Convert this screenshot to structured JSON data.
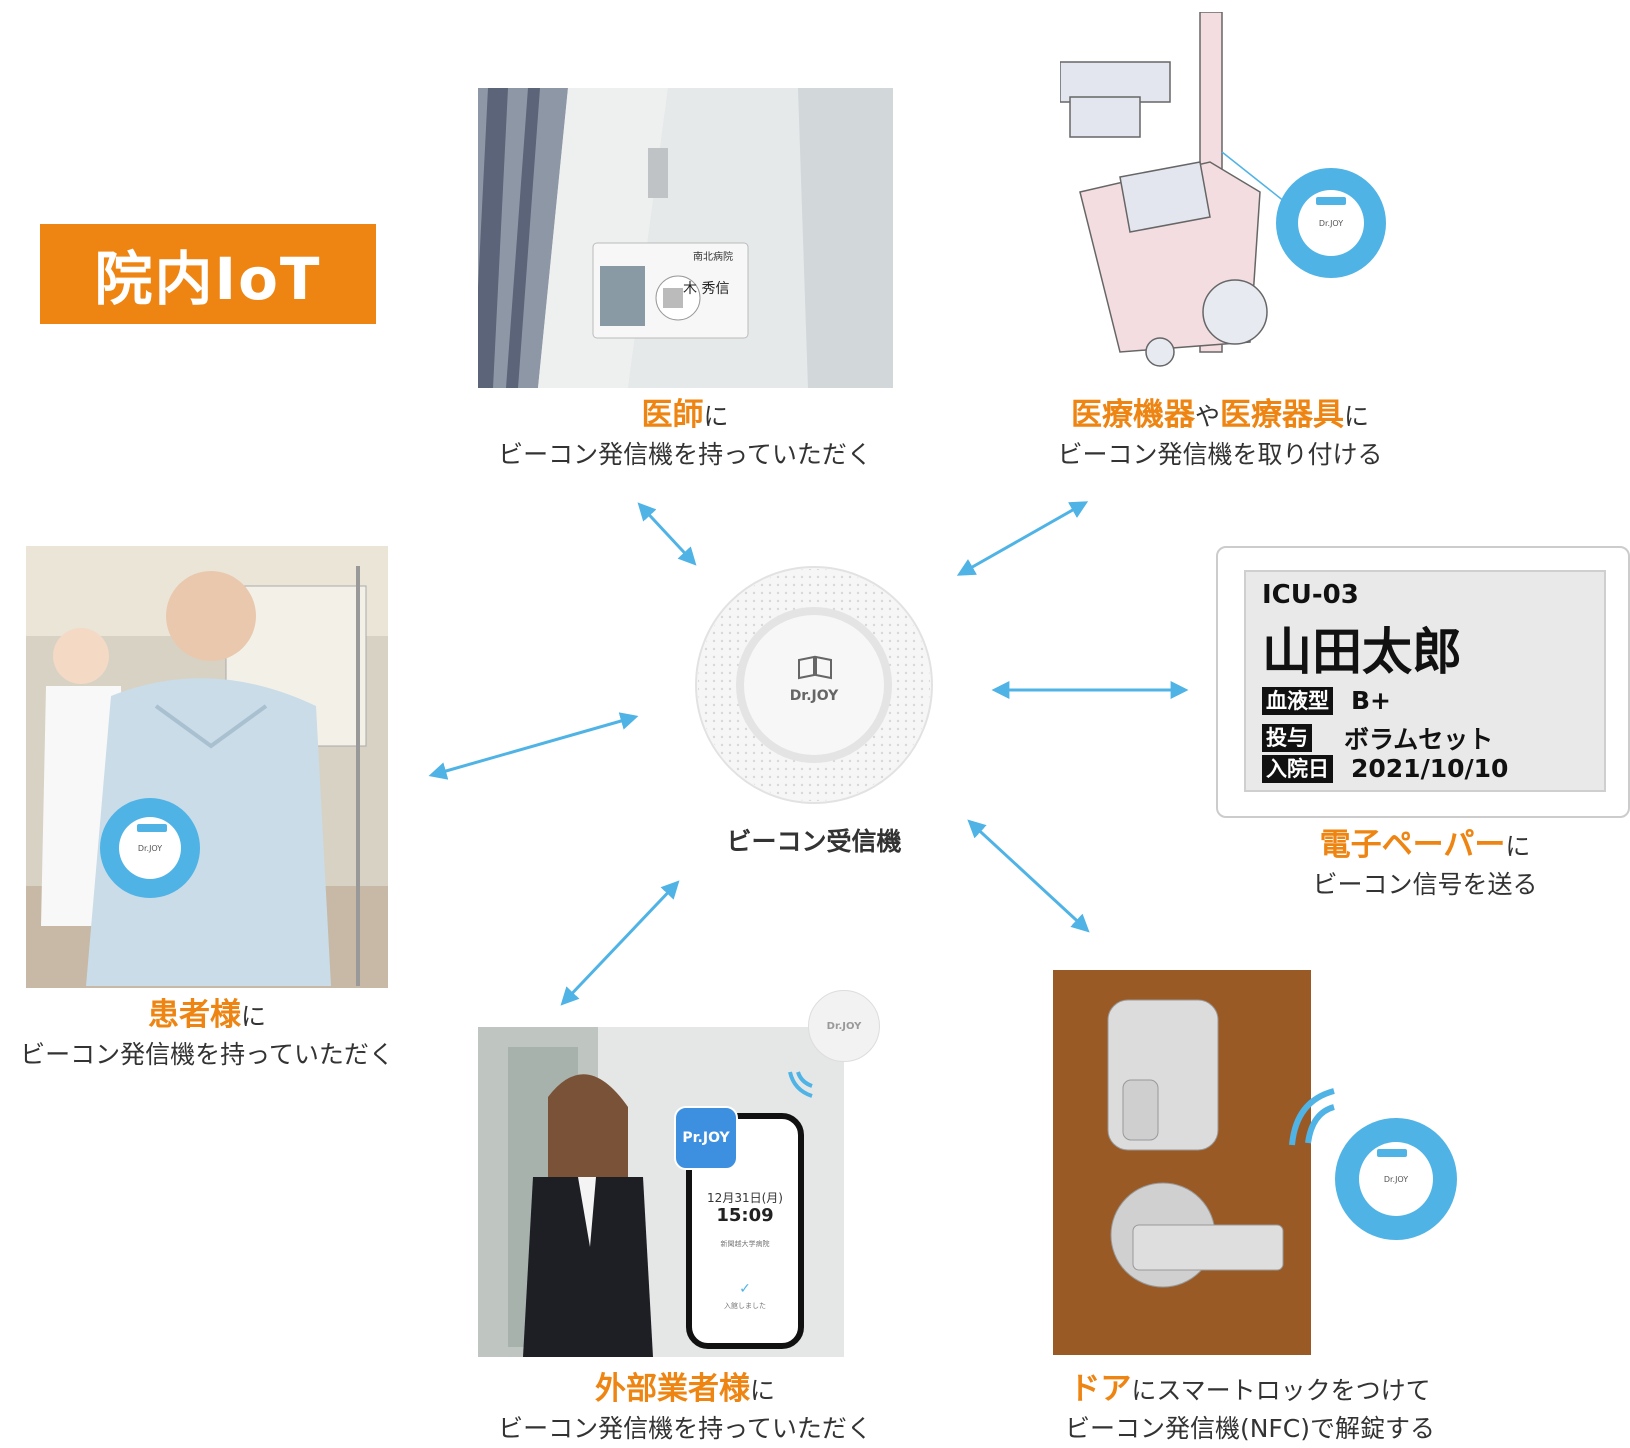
{
  "title": "院内IoT",
  "colors": {
    "accent": "#ee8512",
    "arrow": "#4fb3e6",
    "tag": "#4fb3e6"
  },
  "receiver": {
    "label": "ビーコン受信機",
    "brand": "Dr.JOY"
  },
  "doctor": {
    "highlight": "医師",
    "suffix": "に",
    "line2": "ビーコン発信機を持っていただく",
    "badge_hospital": "南北病院",
    "badge_name": "木 秀信"
  },
  "equipment": {
    "highlight1": "医療機器",
    "mid": "や",
    "highlight2": "医療器具",
    "suffix": "に",
    "line2": "ビーコン発信機を取り付ける"
  },
  "patient": {
    "highlight": "患者様",
    "suffix": "に",
    "line2": "ビーコン発信機を持っていただく"
  },
  "epaper": {
    "highlight": "電子ペーパー",
    "suffix": "に",
    "line2": "ビーコン信号を送る",
    "screen": {
      "room": "ICU-03",
      "name": "山田太郎",
      "rows": [
        {
          "label": "血液型",
          "value": "B+"
        },
        {
          "label": "投与",
          "value": "ボラムセット"
        },
        {
          "label": "入院日",
          "value": "2021/10/10"
        }
      ]
    }
  },
  "visitor": {
    "highlight": "外部業者様",
    "suffix": "に",
    "line2": "ビーコン発信機を持っていただく",
    "app_name": "Pr.JOY",
    "phone_date": "12月31日(月)",
    "phone_time": "15:09",
    "phone_place": "新聞越大学病院",
    "phone_status": "入館しました"
  },
  "door": {
    "highlight": "ドア",
    "suffix": "にスマートロックをつけて",
    "line2": "ビーコン発信機(NFC)で解錠する"
  },
  "tag_brand": "Dr.JOY"
}
